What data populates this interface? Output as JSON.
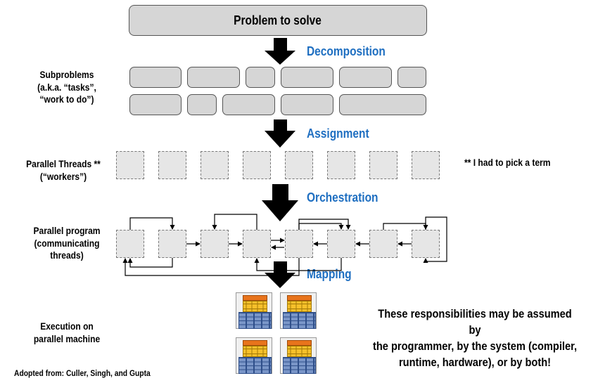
{
  "problem_label": "Problem to solve",
  "stages": {
    "decomposition": "Decomposition",
    "assignment": "Assignment",
    "orchestration": "Orchestration",
    "mapping": "Mapping"
  },
  "left_labels": {
    "subproblems": [
      "Subproblems",
      "(a.k.a. “tasks”,",
      "“work to do”)"
    ],
    "threads": [
      "Parallel Threads **",
      "(“workers”)"
    ],
    "program": [
      "Parallel program",
      "(communicating",
      "threads)"
    ],
    "execution": [
      "Execution on",
      "parallel machine"
    ]
  },
  "footnote": "** I had to pick a term",
  "responsibility_text": [
    "These responsibilities may be assumed by",
    "the programmer, by the system (compiler,",
    "runtime, hardware), or by both!"
  ],
  "credit": "Adopted from: Culler, Singh, and Gupta",
  "colors": {
    "stage_text": "#1f6fc1",
    "box_fill": "#d6d6d6",
    "thread_fill": "#e6e6e6",
    "arrow": "#000000"
  }
}
